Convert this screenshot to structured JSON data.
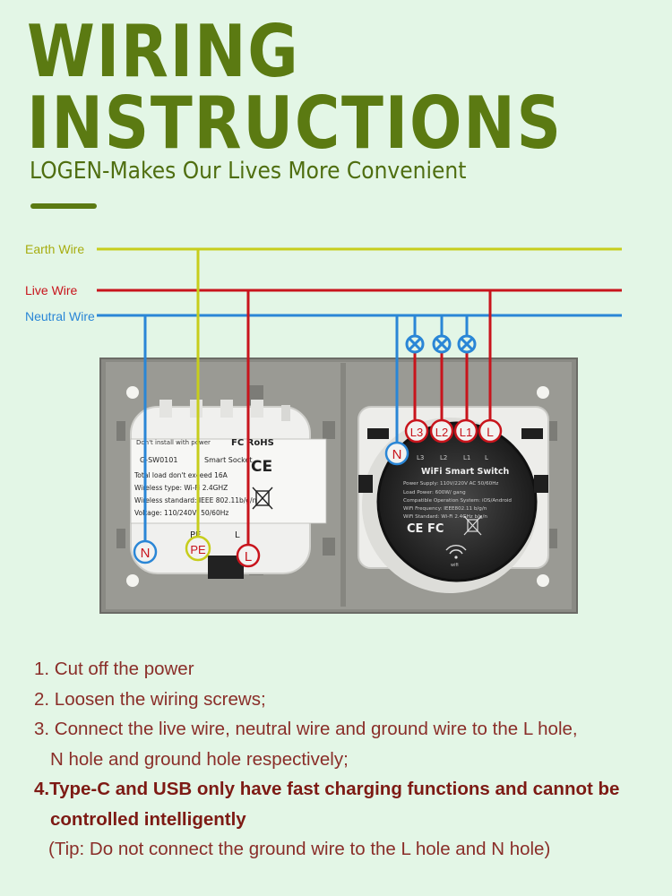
{
  "header": {
    "title_line1": "WIRING",
    "title_line2": "INSTRUCTIONS",
    "subtitle": "LOGEN-Makes Our Lives More Convenient"
  },
  "wires": {
    "earth": "Earth Wire",
    "live": "Live Wire",
    "neutral": "Neutral Wire"
  },
  "colors": {
    "earth": "#c7cd1c",
    "live": "#c8141c",
    "neutral": "#2a86d6",
    "title": "#5b7a12",
    "steps": "#8a2e29"
  },
  "socket_module": {
    "warning": "Don't install with power",
    "marks": "FC RoHS",
    "model": "G-SW0101",
    "name": "Smart Socket",
    "total_load": "Total load don't exceed 16A",
    "wireless_type": "Wireless type: Wi-Fi 2.4GHZ",
    "wireless_standard": "Wireless standard: IEEE 802.11b/g/n",
    "voltage": "Voltage: 110/240V, 50/60Hz",
    "ce": "CE",
    "terminal_labels": [
      "PE",
      "L"
    ],
    "badges": [
      "N",
      "PE",
      "L"
    ]
  },
  "switch_module": {
    "terminal_labels": [
      "L3",
      "L2",
      "L1",
      "L"
    ],
    "title": "WiFi Smart Switch",
    "power_supply": "Power Supply: 110V/220V AC  50/60Hz",
    "load_power": "Load Power: 600W/ gang",
    "os": "Compatible Operation System: iOS/Android",
    "frequency": "WiFi Frequency: IEEE802.11 b/g/n",
    "standard": "WiFi Standard: Wi-Fi 2.4GHz b/g/n",
    "marks": "CE FC",
    "wifi": "wifi",
    "badges": [
      "N",
      "L3",
      "L2",
      "L1",
      "L"
    ]
  },
  "steps": {
    "s1": "1. Cut off the power",
    "s2": "2. Loosen the wiring screws;",
    "s3a": "3. Connect the live wire, neutral wire and ground wire to the L hole,",
    "s3b": "N hole and ground hole respectively;",
    "s4a": "4.Type-C and USB only have fast charging functions and cannot be",
    "s4b": "controlled intelligently",
    "tip": "(Tip: Do not connect the ground wire to the L hole and N hole)"
  }
}
